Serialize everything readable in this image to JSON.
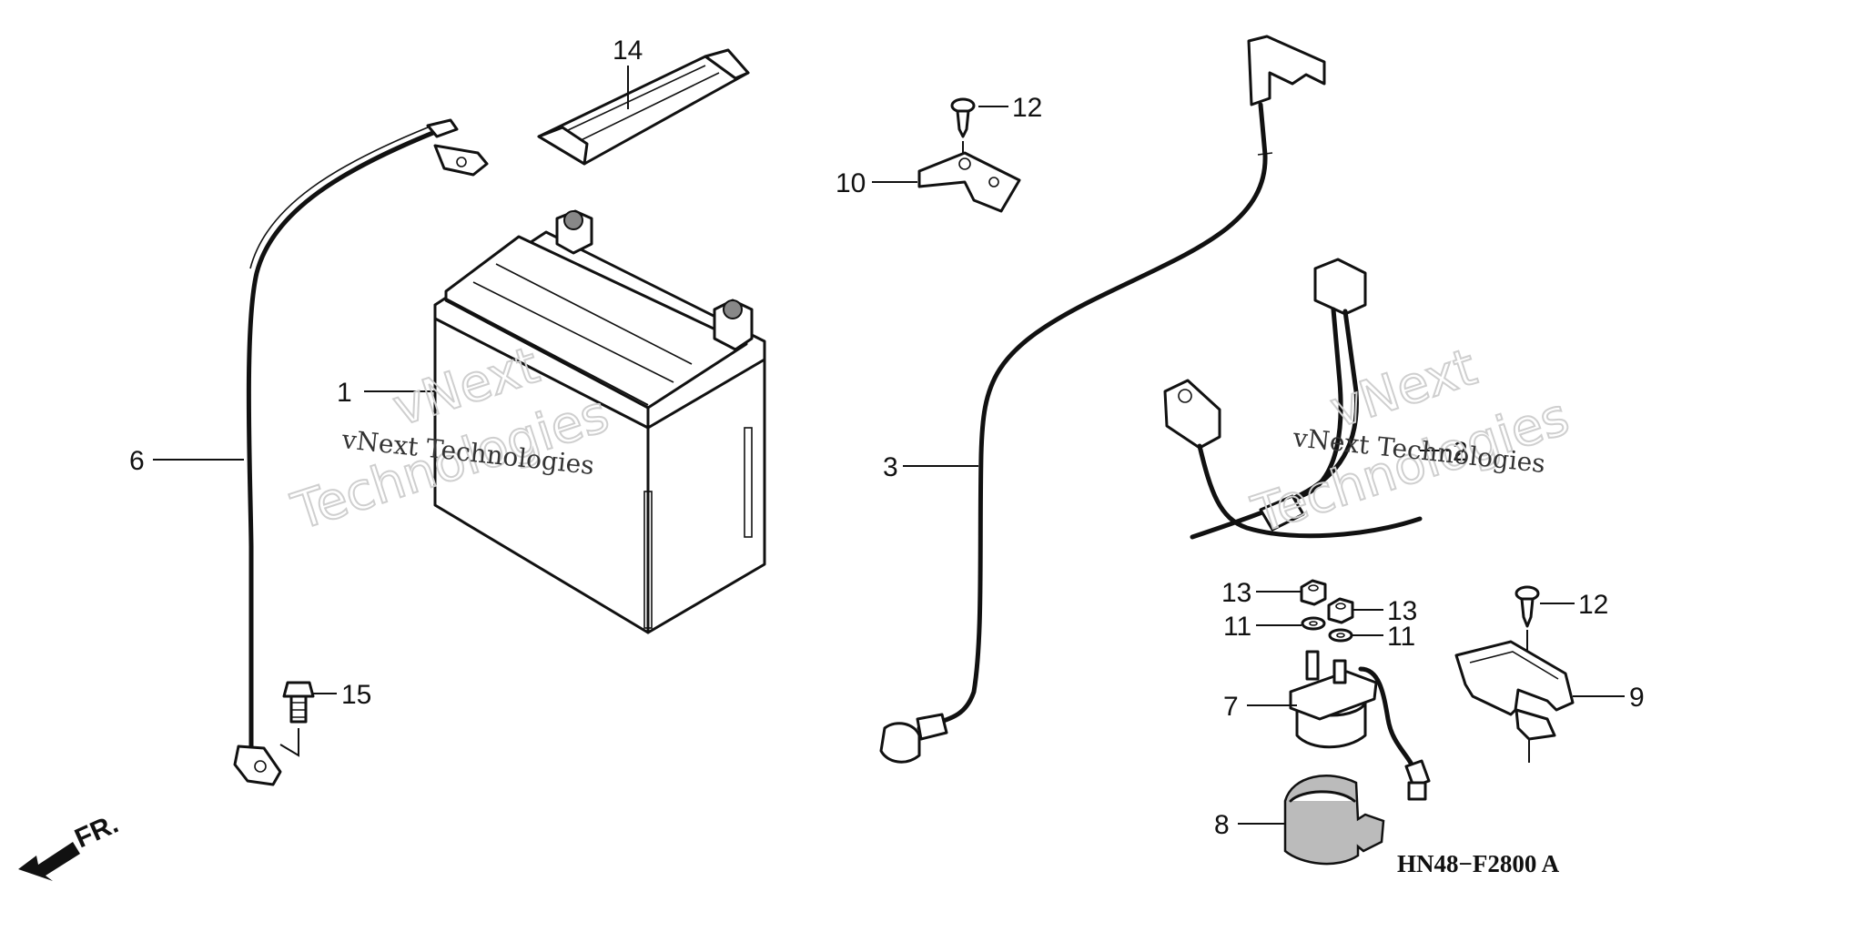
{
  "diagram_code": "HN48−F2800 A",
  "front_marker": "FR.",
  "watermarks": [
    {
      "small": "vNext Technologies",
      "large_line1": "vNext",
      "large_line2": "Technologies"
    },
    {
      "small": "vNext Technologies",
      "large_line1": "vNext",
      "large_line2": "Technologies"
    }
  ],
  "callouts": [
    {
      "id": "1",
      "part": "battery"
    },
    {
      "id": "14",
      "part": "battery band"
    },
    {
      "id": "6",
      "part": "negative cable"
    },
    {
      "id": "15",
      "part": "flange bolt"
    },
    {
      "id": "12",
      "part": "tapping screw top"
    },
    {
      "id": "10",
      "part": "stay plate"
    },
    {
      "id": "3",
      "part": "positive cable"
    },
    {
      "id": "2",
      "part": "starter cable"
    },
    {
      "id": "13",
      "part": "nut left"
    },
    {
      "id": "13",
      "part": "nut right"
    },
    {
      "id": "11",
      "part": "washer left"
    },
    {
      "id": "11",
      "part": "washer right"
    },
    {
      "id": "12",
      "part": "tapping screw right"
    },
    {
      "id": "9",
      "part": "bracket cover"
    },
    {
      "id": "7",
      "part": "starter relay"
    },
    {
      "id": "8",
      "part": "relay cover"
    }
  ]
}
